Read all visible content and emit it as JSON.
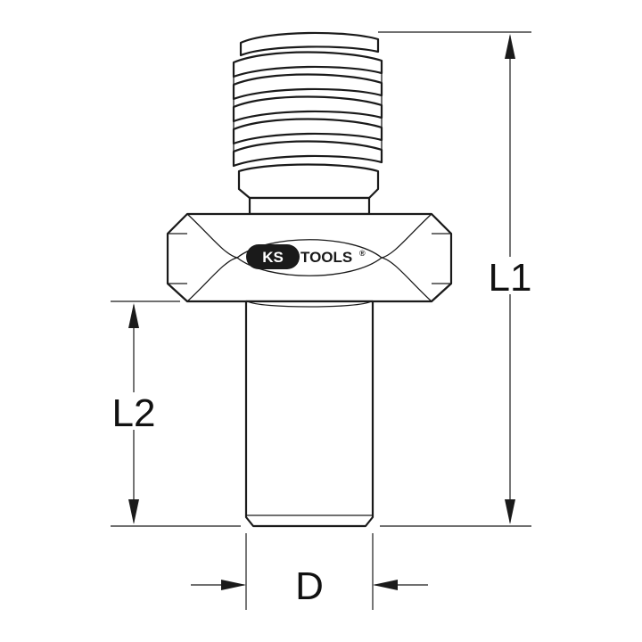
{
  "logo": {
    "brand_left": "KS",
    "brand_right": "TOOLS",
    "registered": "®"
  },
  "dimensions": {
    "overall_length": "L1",
    "shank_length": "L2",
    "diameter": "D"
  },
  "colors": {
    "line": "#1a1a1a",
    "background": "#ffffff"
  }
}
